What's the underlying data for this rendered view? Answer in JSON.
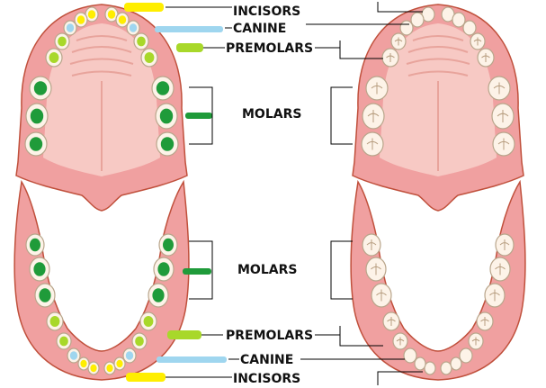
{
  "upper_labels": {
    "incisors": "INCISORS",
    "canine": "CANINE",
    "premolars": "PREMOLARS",
    "molars": "MOLARS"
  },
  "lower_labels": {
    "molars": "MOLARS",
    "premolars": "PREMOLARS",
    "canine": "CANINE",
    "incisors": "INCISORS"
  },
  "colors": {
    "gum": "#f0a0a0",
    "gum_outline": "#c0503c",
    "palate": "#f7c9c4",
    "tooth": "#fdf3e8",
    "tooth_outline": "#b9a68c",
    "incisor_mark": "#ffee00",
    "canine_mark": "#9fd6ef",
    "premolar_mark": "#a8d82a",
    "molar_mark": "#1f9b3a",
    "line": "#000000"
  }
}
